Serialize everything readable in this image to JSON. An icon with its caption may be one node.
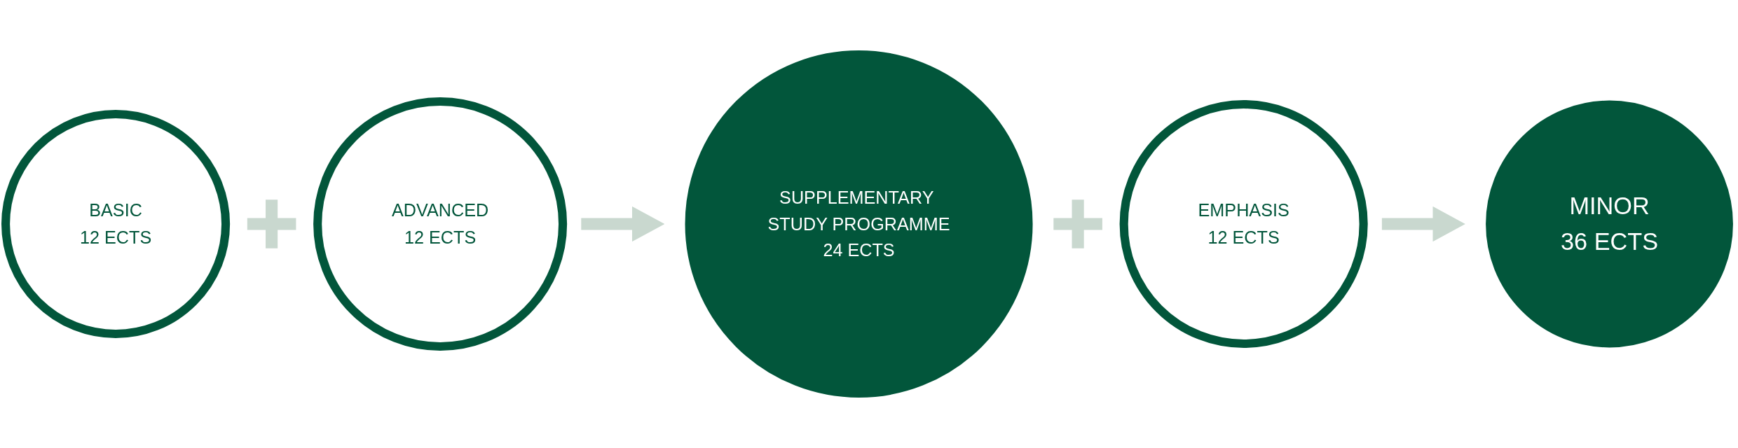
{
  "diagram": {
    "nodes": [
      {
        "text": [
          "BASIC",
          "12 ECTS"
        ]
      },
      {
        "text": [],
        "shape": "plus"
      },
      {
        "text": [
          "ADVANCED",
          "12 ECTS"
        ]
      },
      {
        "text": [
          "SUPPLEMENTARY STUDY PROGRAMME",
          "24 ECTS"
        ]
      },
      {
        "text": [],
        "shape": "plus"
      },
      {
        "text": [
          "EMPHASIS",
          "12 ECTS"
        ]
      },
      {
        "text": [
          "MINOR",
          "36 ECTS"
        ]
      }
    ],
    "edges": [
      {
        "from": 2,
        "to": 3,
        "arrow": "to"
      },
      {
        "from": 5,
        "to": 6,
        "arrow": "to"
      }
    ]
  }
}
